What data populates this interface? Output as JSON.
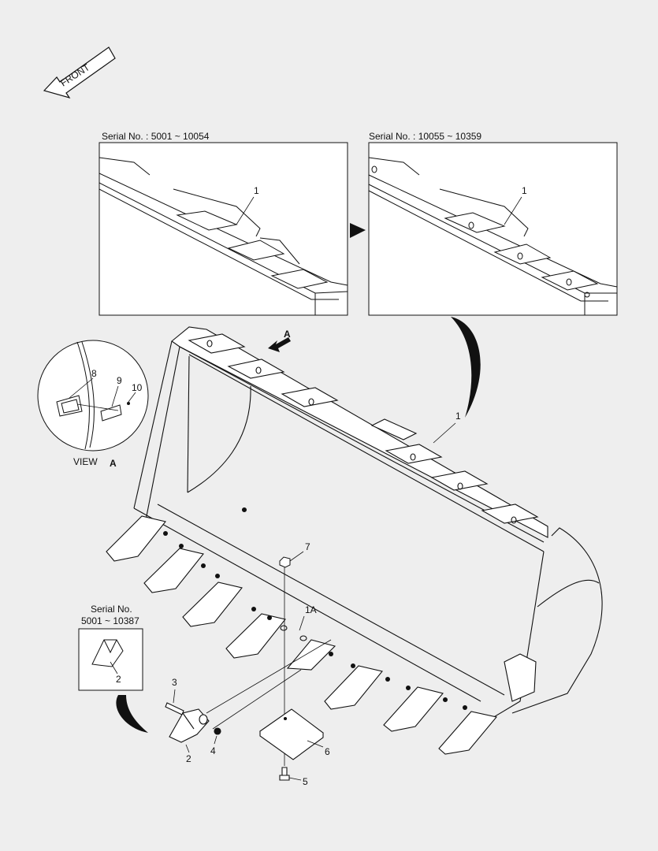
{
  "front_arrow": {
    "text": "FRONT"
  },
  "insets": [
    {
      "caption": "Serial No. : 5001 ~ 10054",
      "part": "1"
    },
    {
      "caption": "Serial No. : 10055 ~ 10359",
      "part": "1"
    }
  ],
  "view_a": {
    "label_view": "VIEW",
    "label_letter": "A",
    "parts": [
      "8",
      "9",
      "10"
    ]
  },
  "view_arrow": {
    "letter": "A"
  },
  "serial_box": {
    "line1": "Serial No.",
    "line2": "5001 ~ 10387",
    "part": "2"
  },
  "callouts": {
    "main_1": "1",
    "p1a": "1A",
    "p2": "2",
    "p3": "3",
    "p4": "4",
    "p5": "5",
    "p6": "6",
    "p7": "7"
  }
}
